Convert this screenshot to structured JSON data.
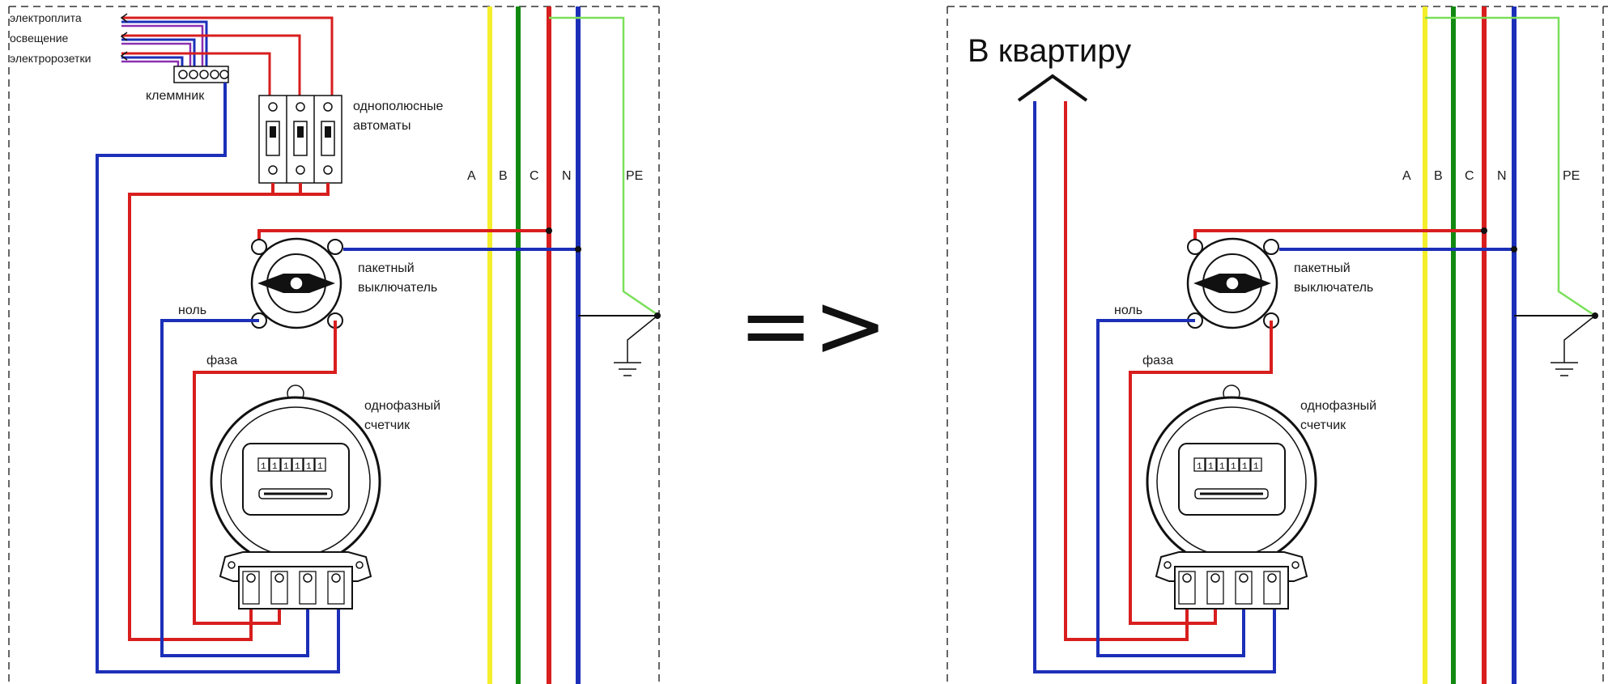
{
  "colors": {
    "phase_a": "#f5ee2a",
    "phase_b": "#128a12",
    "phase_c": "#d81e1e",
    "neutral": "#1c2fb8",
    "pe": "#7ae05a",
    "purple": "#8a2fb0"
  },
  "left": {
    "loads": [
      "электроплита",
      "освещение",
      "электророзетки"
    ],
    "terminal_label": "клеммник",
    "breakers_label": [
      "однополюсные",
      "автоматы"
    ],
    "switch_label": [
      "пакетный",
      "выключатель"
    ],
    "neutral_label": "ноль",
    "phase_label": "фаза",
    "meter_label": [
      "однофазный",
      "счетчик"
    ],
    "meter_digits": [
      "1",
      "1",
      "1",
      "1",
      "1",
      "1"
    ]
  },
  "right": {
    "apartment_label": "В квартиру",
    "switch_label": [
      "пакетный",
      "выключатель"
    ],
    "neutral_label": "ноль",
    "phase_label": "фаза",
    "meter_label": [
      "однофазный",
      "счетчик"
    ],
    "meter_digits": [
      "1",
      "1",
      "1",
      "1",
      "1",
      "1"
    ]
  },
  "buses": [
    "A",
    "B",
    "C",
    "N",
    "PE"
  ],
  "arrow": "=>"
}
